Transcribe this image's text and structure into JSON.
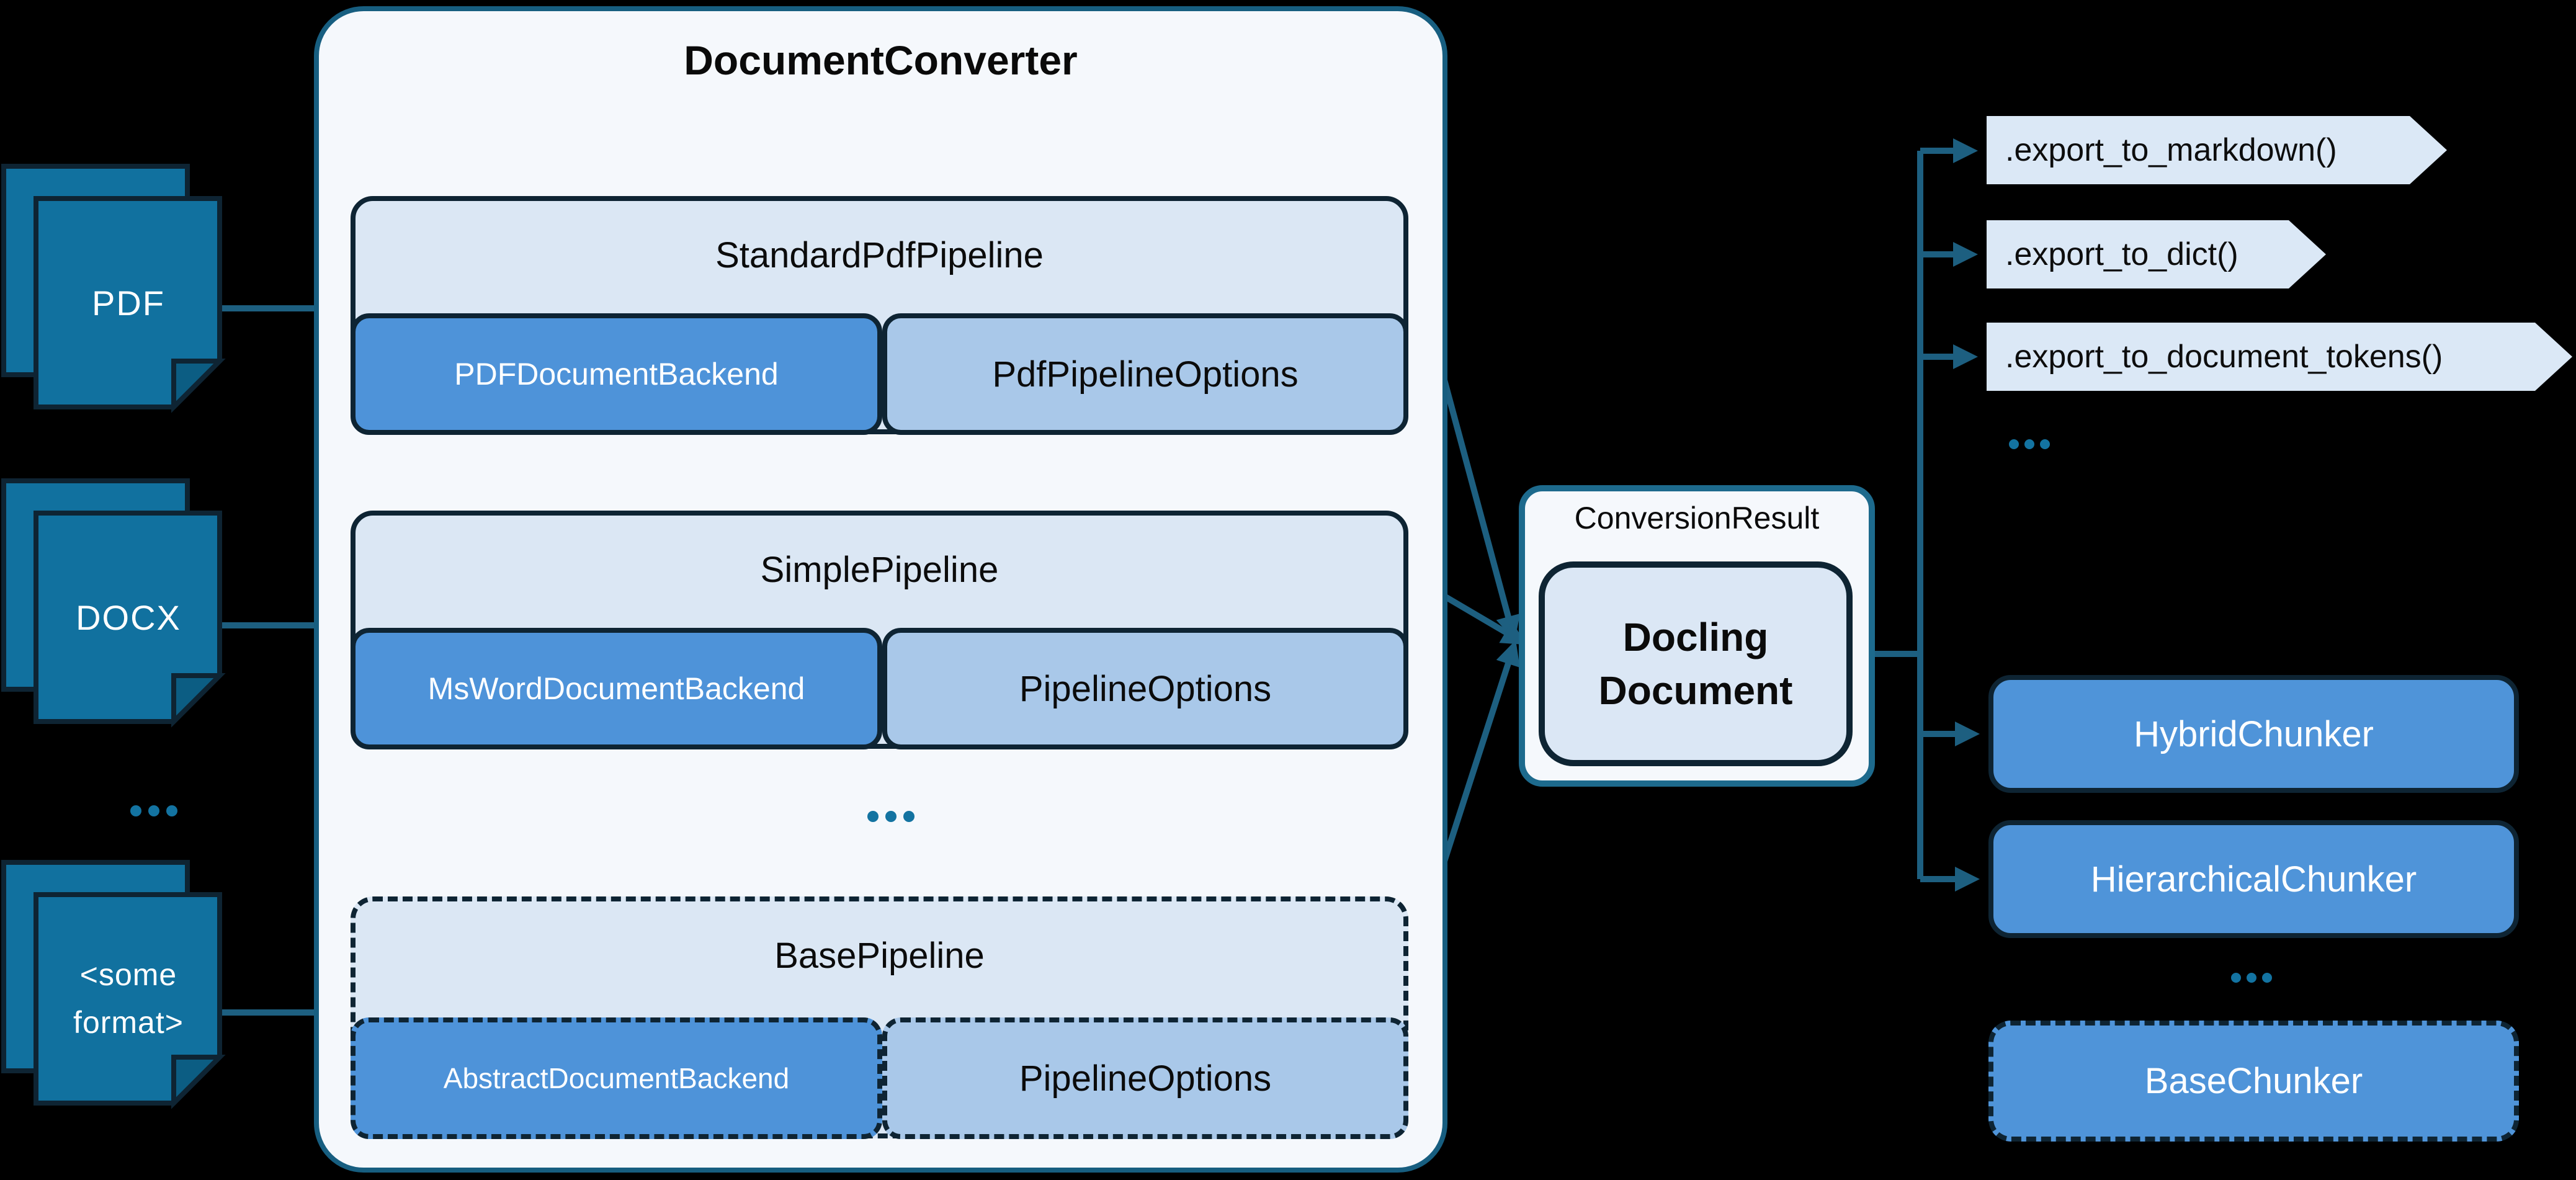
{
  "background": "#000000",
  "colors": {
    "container_fill": "#f5f8fc",
    "container_border": "#175e80",
    "pipeline_fill": "#dbe7f4",
    "dark_border": "#0e2433",
    "backend_fill": "#4e93d9",
    "options_fill": "#a9c8e9",
    "connector_teal": "#1d5f80",
    "document_icon_fill": "#11719f",
    "chevron_fill": "#dbe8f6",
    "dots_teal": "#1373a1"
  },
  "inputs": {
    "items": [
      {
        "label": "PDF"
      },
      {
        "label": "DOCX"
      },
      {
        "label": "<some\nformat>"
      }
    ],
    "ellipsis": "..."
  },
  "converter": {
    "title": "DocumentConverter",
    "pipelines": [
      {
        "name": "StandardPdfPipeline",
        "backend": "PDFDocumentBackend",
        "options": "PdfPipelineOptions"
      },
      {
        "name": "SimplePipeline",
        "backend": "MsWordDocumentBackend",
        "options": "PipelineOptions"
      },
      {
        "name": "BasePipeline",
        "backend": "AbstractDocumentBackend",
        "options": "PipelineOptions"
      }
    ],
    "ellipsis": "..."
  },
  "result": {
    "label": "ConversionResult",
    "document": "Docling\nDocument"
  },
  "exports": {
    "items": [
      ".export_to_markdown()",
      ".export_to_dict()",
      ".export_to_document_tokens()"
    ],
    "ellipsis": "..."
  },
  "chunkers": {
    "items": [
      "HybridChunker",
      "HierarchicalChunker",
      "BaseChunker"
    ],
    "ellipsis": "..."
  }
}
